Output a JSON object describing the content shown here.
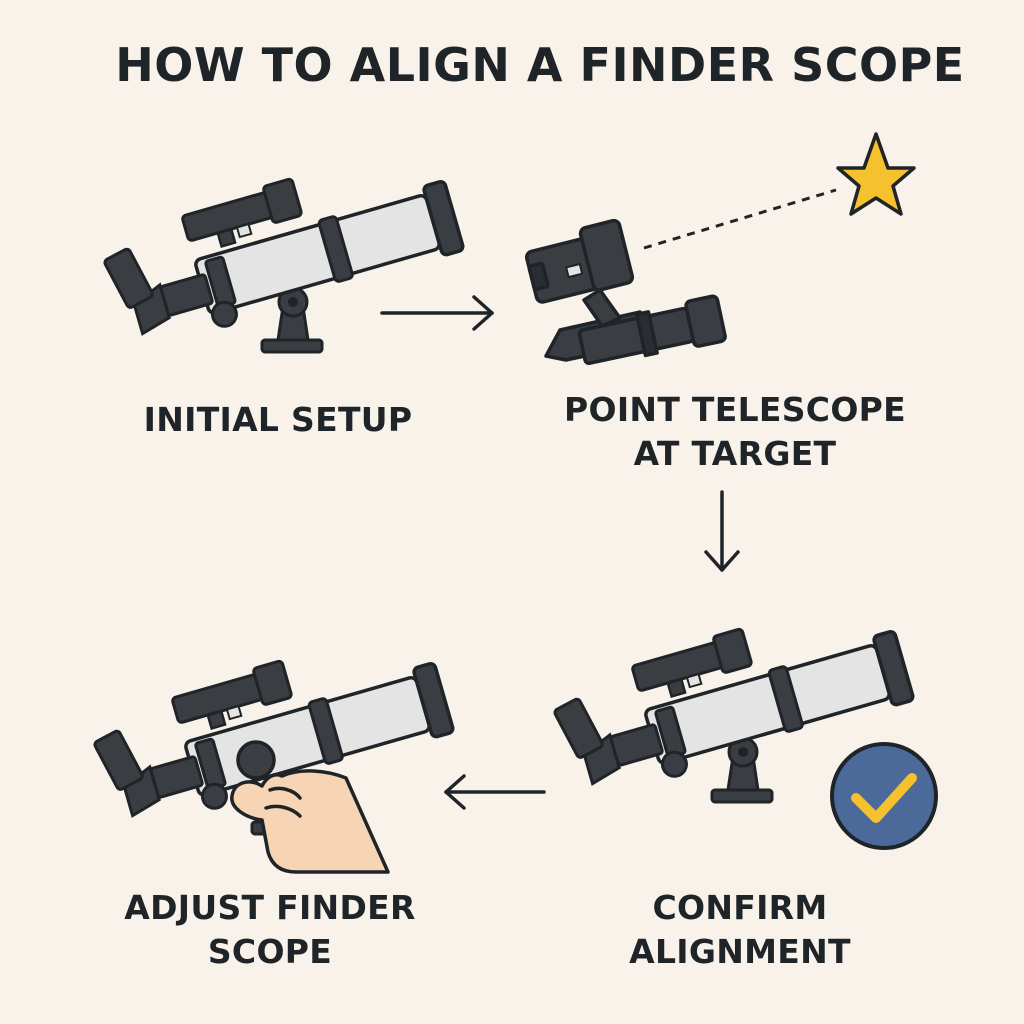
{
  "title": "HOW TO ALIGN A FINDER SCOPE",
  "steps": [
    {
      "lines": [
        "INITIAL SETUP"
      ]
    },
    {
      "lines": [
        "POINT TELESCOPE",
        "AT TARGET"
      ]
    },
    {
      "lines": [
        "ADJUST FINDER",
        "SCOPE"
      ]
    },
    {
      "lines": [
        "CONFIRM",
        "ALIGNMENT"
      ]
    }
  ],
  "colors": {
    "background": "#f8f2ea",
    "outline": "#1f2428",
    "tube": "#e4e4e4",
    "dark_part": "#3a3d42",
    "star": "#f5c12e",
    "check_circle": "#4b6a9a",
    "check_mark": "#f5c12e",
    "skin": "#f7d4b3"
  },
  "icons": [
    "telescope-icon",
    "finder-scope-icon",
    "star-icon",
    "hand-icon",
    "checkmark-icon",
    "arrow-right-icon",
    "arrow-down-icon",
    "arrow-left-icon"
  ]
}
